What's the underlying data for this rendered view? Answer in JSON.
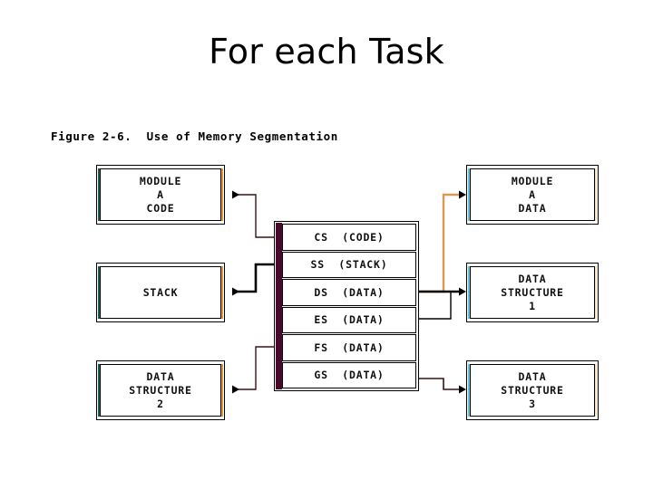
{
  "slide": {
    "title": "For each Task",
    "background_color": "#ffffff"
  },
  "figure": {
    "caption": "Figure 2-6.  Use of Memory Segmentation",
    "left_boxes": [
      {
        "id": "module-a-code",
        "lines": [
          "MODULE",
          "A",
          "CODE"
        ]
      },
      {
        "id": "stack",
        "lines": [
          "STACK"
        ]
      },
      {
        "id": "data-structure-2",
        "lines": [
          "DATA",
          "STRUCTURE",
          "2"
        ]
      }
    ],
    "right_boxes": [
      {
        "id": "module-a-data",
        "lines": [
          "MODULE",
          "A",
          "DATA"
        ]
      },
      {
        "id": "data-structure-1",
        "lines": [
          "DATA",
          "STRUCTURE",
          "1"
        ]
      },
      {
        "id": "data-structure-3",
        "lines": [
          "DATA",
          "STRUCTURE",
          "3"
        ]
      }
    ],
    "segment_registers": [
      {
        "id": "cs",
        "label": "CS  (CODE)"
      },
      {
        "id": "ss",
        "label": "SS  (STACK)"
      },
      {
        "id": "ds",
        "label": "DS  (DATA)"
      },
      {
        "id": "es",
        "label": "ES  (DATA)"
      },
      {
        "id": "fs",
        "label": "FS  (DATA)"
      },
      {
        "id": "gs",
        "label": "GS  (DATA)"
      }
    ],
    "connections": [
      {
        "from": "cs",
        "to": "module-a-code",
        "direction": "left"
      },
      {
        "from": "ss",
        "to": "stack",
        "direction": "left"
      },
      {
        "from": "fs",
        "to": "data-structure-2",
        "direction": "left"
      },
      {
        "from": "ds",
        "to": "module-a-data",
        "direction": "right"
      },
      {
        "from": "ds",
        "to": "data-structure-1",
        "direction": "right"
      },
      {
        "from": "es",
        "to": "data-structure-1",
        "direction": "right"
      },
      {
        "from": "gs",
        "to": "data-structure-3",
        "direction": "right"
      }
    ],
    "colors": {
      "left_box_accent_left": "#1f5e52",
      "left_box_accent_right": "#e8962e",
      "right_box_accent_left": "#5ec6d6",
      "right_box_accent_right": "#f6dfb6",
      "segment_stack_accent": "#49082c",
      "connector_thin": "#3a1216",
      "connector_thick": "#000000",
      "text": "#111111"
    }
  }
}
